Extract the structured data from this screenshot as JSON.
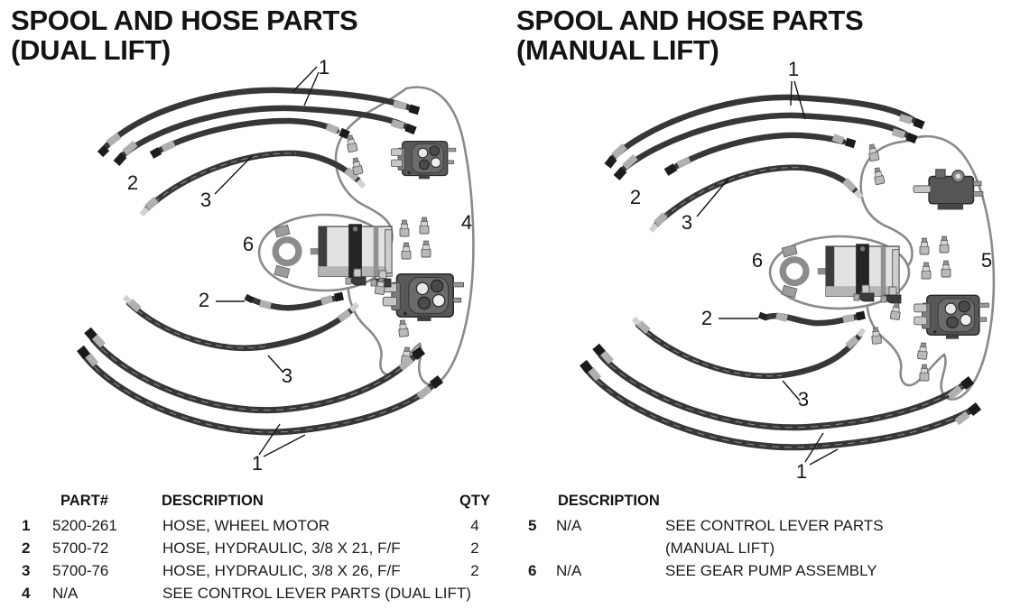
{
  "left_section": {
    "title_line1": "SPOOL AND HOSE PARTS",
    "title_line2": "(DUAL LIFT)",
    "callouts": {
      "hoses_top": "1",
      "hose_21_top": "2",
      "hose_26_top": "3",
      "spool_group": "4",
      "gear_pump": "6",
      "hose_21_mid": "2",
      "hose_26_mid": "3",
      "hoses_bottom": "1"
    },
    "table": {
      "headers": {
        "part": "PART#",
        "description": "DESCRIPTION",
        "qty": "QTY"
      },
      "rows": [
        {
          "ref": "1",
          "part": "5200-261",
          "description": "HOSE, WHEEL MOTOR",
          "qty": "4"
        },
        {
          "ref": "2",
          "part": "5700-72",
          "description": "HOSE, HYDRAULIC, 3/8 X 21, F/F",
          "qty": "2"
        },
        {
          "ref": "3",
          "part": "5700-76",
          "description": "HOSE, HYDRAULIC, 3/8 X 26, F/F",
          "qty": "2"
        },
        {
          "ref": "4",
          "part": "N/A",
          "description": "SEE CONTROL LEVER PARTS (DUAL LIFT)",
          "qty": ""
        }
      ]
    }
  },
  "right_section": {
    "title_line1": "SPOOL AND HOSE PARTS",
    "title_line2": "(MANUAL LIFT)",
    "callouts": {
      "hoses_top": "1",
      "hose_21_top": "2",
      "hose_26_top": "3",
      "spool_group": "5",
      "gear_pump": "6",
      "hose_21_mid": "2",
      "hose_26_mid": "3",
      "hoses_bottom": "1"
    },
    "table": {
      "headers": {
        "description": "DESCRIPTION"
      },
      "rows": [
        {
          "ref": "5",
          "part": "N/A",
          "description": "SEE CONTROL LEVER PARTS (MANUAL LIFT)"
        },
        {
          "ref": "6",
          "part": "N/A",
          "description": "SEE GEAR PUMP ASSEMBLY"
        }
      ]
    }
  }
}
